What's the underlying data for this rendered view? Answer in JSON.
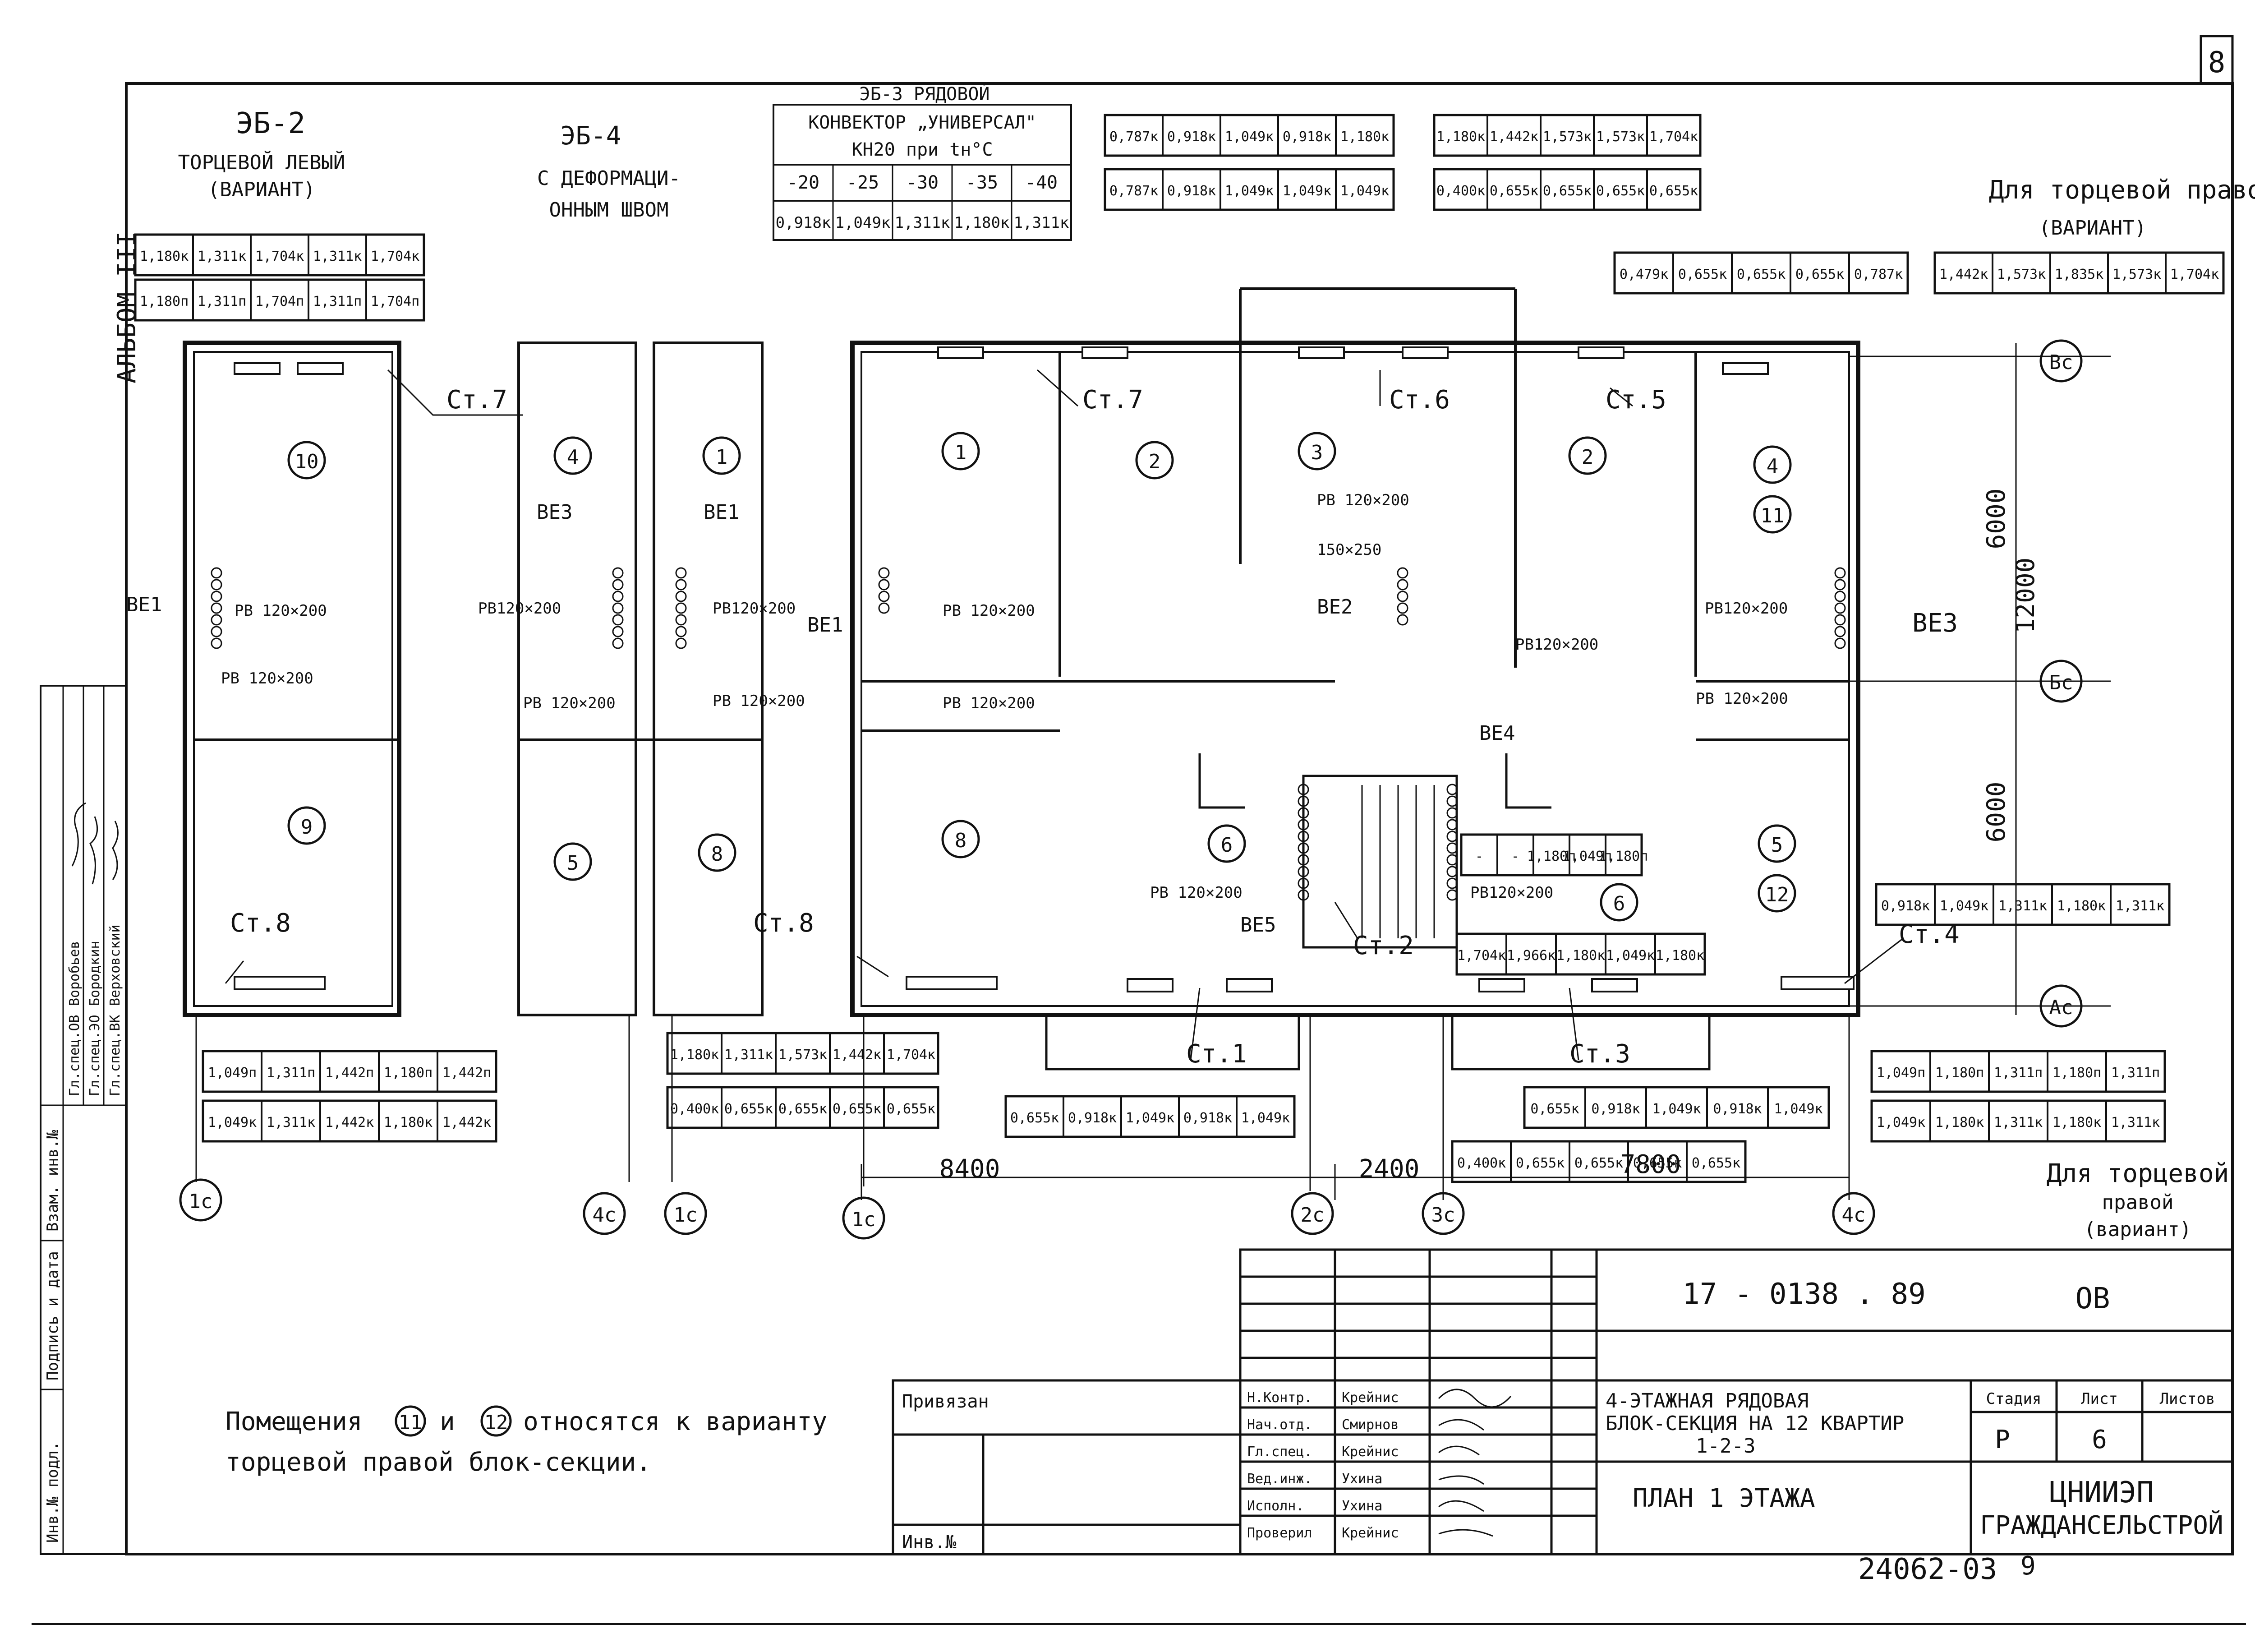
{
  "sheet_number": "8",
  "album_label": "АЛЬБОМ III",
  "doc_code": "17 - 0138 . 89",
  "doc_mark": "ОВ",
  "bottom_number": "24062-03",
  "bottom_page": "9",
  "top_left": {
    "title": "ЭБ-2",
    "subtitle1": "ТОРЦЕВОЙ ЛЕВЫЙ",
    "subtitle2": "(ВАРИАНТ)",
    "row_k": [
      "1,180к",
      "1,311к",
      "1,704к",
      "1,311к",
      "1,704к"
    ],
    "row_p": [
      "1,180п",
      "1,311п",
      "1,704п",
      "1,311п",
      "1,704п"
    ]
  },
  "eb4": {
    "title": "ЭБ-4",
    "line1": "С ДЕФОРМАЦИ-",
    "line2": "ОННЫМ ШВОМ"
  },
  "eb3": {
    "title": "ЭБ-3 РЯДОВОЙ",
    "line1": "КОНВЕКТОР „УНИВЕРСАЛ\"",
    "line2": "КН20 при tн°С",
    "temps": [
      "-20",
      "-25",
      "-30",
      "-35",
      "-40"
    ],
    "vals": [
      "0,918к",
      "1,049к",
      "1,311к",
      "1,180к",
      "1,311к"
    ]
  },
  "top_tables": {
    "t1a": [
      "0,787к",
      "0,918к",
      "1,049к",
      "0,918к",
      "1,180к"
    ],
    "t1b": [
      "0,787к",
      "0,918к",
      "1,049к",
      "1,049к",
      "1,049к"
    ],
    "t2a": [
      "1,180к",
      "1,442к",
      "1,573к",
      "1,573к",
      "1,704к"
    ],
    "t2b": [
      "0,400к",
      "0,655к",
      "0,655к",
      "0,655к",
      "0,655к"
    ],
    "t3": [
      "0,479к",
      "0,655к",
      "0,655к",
      "0,655к",
      "0,787к"
    ],
    "t4": [
      "1,442к",
      "1,573к",
      "1,835к",
      "1,573к",
      "1,704к"
    ]
  },
  "right_note": {
    "line1": "Для торцевой правой",
    "line2": "(ВАРИАНТ)"
  },
  "bottom_tables": {
    "bl_p": [
      "1,049п",
      "1,311п",
      "1,442п",
      "1,180п",
      "1,442п"
    ],
    "bl_k": [
      "1,049к",
      "1,311к",
      "1,442к",
      "1,180к",
      "1,442к"
    ],
    "st8a": [
      "1,180к",
      "1,311к",
      "1,573к",
      "1,442к",
      "1,704к"
    ],
    "st8b": [
      "0,400к",
      "0,655к",
      "0,655к",
      "0,655к",
      "0,655к"
    ],
    "st1": [
      "0,655к",
      "0,918к",
      "1,049к",
      "0,918к",
      "1,049к"
    ],
    "st3a": [
      "0,655к",
      "0,918к",
      "1,049к",
      "0,918к",
      "1,049к"
    ],
    "st3b": [
      "0,400к",
      "0,655к",
      "0,655к",
      "0,655к",
      "0,655к"
    ],
    "st2": [
      "1,704к",
      "1,966к",
      "1,180к",
      "1,049к",
      "1,180к"
    ],
    "mid": [
      "-",
      "-",
      "1,180п",
      "1,049п",
      "1,180п"
    ],
    "st4": [
      "0,918к",
      "1,049к",
      "1,311к",
      "1,180к",
      "1,311к"
    ],
    "br_p": [
      "1,049п",
      "1,180п",
      "1,311п",
      "1,180п",
      "1,311п"
    ],
    "br_k": [
      "1,049к",
      "1,180к",
      "1,311к",
      "1,180к",
      "1,311к"
    ]
  },
  "right_bottom_note": {
    "line1": "Для торцевой",
    "line2": "правой",
    "line3": "(вариант)"
  },
  "risers": [
    "Ст.7",
    "Ст.7",
    "Ст.6",
    "Ст.5",
    "Ст.8",
    "Ст.8",
    "Ст.1",
    "Ст.2",
    "Ст.3",
    "Ст.4"
  ],
  "exhausts": [
    "ВЕ1",
    "ВЕ3",
    "ВЕ1",
    "ВЕ1",
    "ВЕ2",
    "ВЕ3",
    "ВЕ4",
    "ВЕ5"
  ],
  "grilles": {
    "pb": "РВ 120×200",
    "pb2": "РВ120×200",
    "size150": "150×250"
  },
  "rooms": [
    "10",
    "4",
    "1",
    "1",
    "2",
    "3",
    "2",
    "4",
    "11",
    "9",
    "5",
    "8",
    "8",
    "6",
    "6",
    "5",
    "12"
  ],
  "axes": [
    "Вс",
    "Бс",
    "Ас",
    "1с",
    "4с",
    "1с",
    "1с",
    "2с",
    "3с",
    "4с"
  ],
  "dimensions": {
    "d1": "8400",
    "d2": "2400",
    "d3": "7800",
    "v1": "6000",
    "v2": "12000",
    "v3": "6000"
  },
  "note": {
    "pre": "Помещения",
    "mid": "и",
    "post": "относятся к варианту",
    "line2": "торцевой правой блок-секции.",
    "a": "11",
    "b": "12"
  },
  "left_strip": {
    "inv_podl": "Инв.№ подл.",
    "podpis": "Подпись и дата",
    "vzam": "Взам. инв.№",
    "roles": [
      "Гл.спец.ОВ",
      "Гл.спец.ЭО",
      "Гл.спец.ВК"
    ],
    "names": [
      "Воробьев",
      "Бородкин",
      "Верховский"
    ]
  },
  "title_block": {
    "privyazan": "Привязан",
    "inv": "Инв.№",
    "roles": [
      "Н.Контр.",
      "Нач.отд.",
      "Гл.спец.",
      "Вед.инж.",
      "Исполн.",
      "Проверил"
    ],
    "names": [
      "Крейнис",
      "Смирнов",
      "Крейнис",
      "Ухина",
      "Ухина",
      "Крейнис"
    ],
    "project1": "4-ЭТАЖНАЯ РЯДОВАЯ",
    "project2": "БЛОК-СЕКЦИЯ НА 12 КВАРТИР",
    "project3": "1-2-3",
    "sheet_title": "ПЛАН 1 ЭТАЖА",
    "stadia_h": "Стадия",
    "list_h": "Лист",
    "listov_h": "Листов",
    "stadia": "Р",
    "list": "6",
    "org1": "ЦНИИЭП",
    "org2": "ГРАЖДАНСЕЛЬСТРОЙ"
  }
}
